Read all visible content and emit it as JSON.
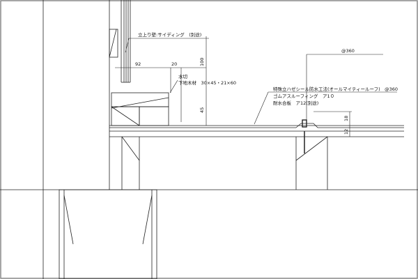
{
  "labels": {
    "siding": "立上り壁:サイディング　(別途)",
    "dim_92": "92",
    "dim_20": "20",
    "dim_100": "100",
    "dim_45": "45",
    "flashing": "水切",
    "base_wood": "下地木材　30×45・21×60",
    "pitch_top": "@360",
    "method": "特殊立ハゼシール防水工法(オールマイティールーフ)　@360",
    "roofing": "ゴムアスルーフィング　ア1０",
    "plywood": "耐水合板　ア12(別途)",
    "dim_18": "18",
    "dim_12": "12"
  }
}
